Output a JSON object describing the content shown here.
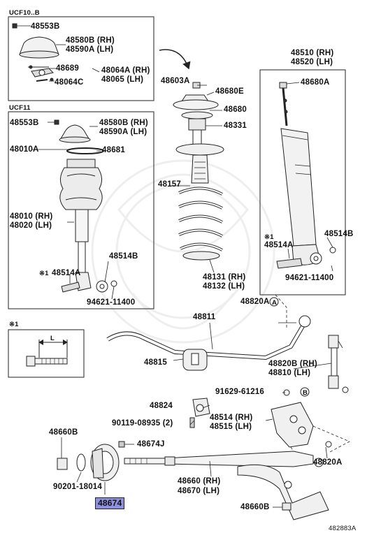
{
  "diagram": {
    "sections": {
      "ucf10": "UCF10..B",
      "ucf11": "UCF11",
      "note_box": "※1",
      "note_dim": "L"
    },
    "parts": {
      "p48553b_a": "48553B",
      "p48580b_a": "48580B (RH)",
      "p48590a_a": "48590A (LH)",
      "p48689": "48689",
      "p48064c": "48064C",
      "p48064a": "48064A (RH)",
      "p48065": "48065 (LH)",
      "p48553b_b": "48553B",
      "p48580b_b": "48580B (RH)",
      "p48590a_b": "48590A (LH)",
      "p48010a": "48010A",
      "p48681": "48681",
      "p48010": "48010 (RH)",
      "p48020": "48020 (LH)",
      "p48514b_a": "48514B",
      "p48514a_a": "48514A",
      "p94621_a": "94621-11400",
      "p48603a": "48603A",
      "p48680e": "48680E",
      "p48680": "48680",
      "p48331": "48331",
      "p48157": "48157",
      "p48131": "48131 (RH)",
      "p48132": "48132 (LH)",
      "p48510": "48510 (RH)",
      "p48520": "48520 (LH)",
      "p48680a": "48680A",
      "p48514b_b": "48514B",
      "p48514a_b": "48514A",
      "p94621_b": "94621-11400",
      "p48811": "48811",
      "p48820a_a": "48820A",
      "p48815": "48815",
      "p48820b": "48820B (RH)",
      "p48810": "48810 (LH)",
      "p91629": "91629-61216",
      "p48824": "48824",
      "p90119": "90119-08935 (2)",
      "p48514": "48514 (RH)",
      "p48515": "48515 (LH)",
      "p48660b_a": "48660B",
      "p48674j": "48674J",
      "p48820a_b": "48820A",
      "p90201": "90201-18014",
      "p48660": "48660 (RH)",
      "p48670": "48670 (LH)",
      "p48660b_b": "48660B",
      "p48674": "48674",
      "ref1": "※1",
      "ref2": "※1",
      "circ_a1": "A",
      "circ_a2": "A",
      "circ_b": "B"
    },
    "figure_code": "482883A",
    "highlight_color": "#8f8fe0"
  }
}
